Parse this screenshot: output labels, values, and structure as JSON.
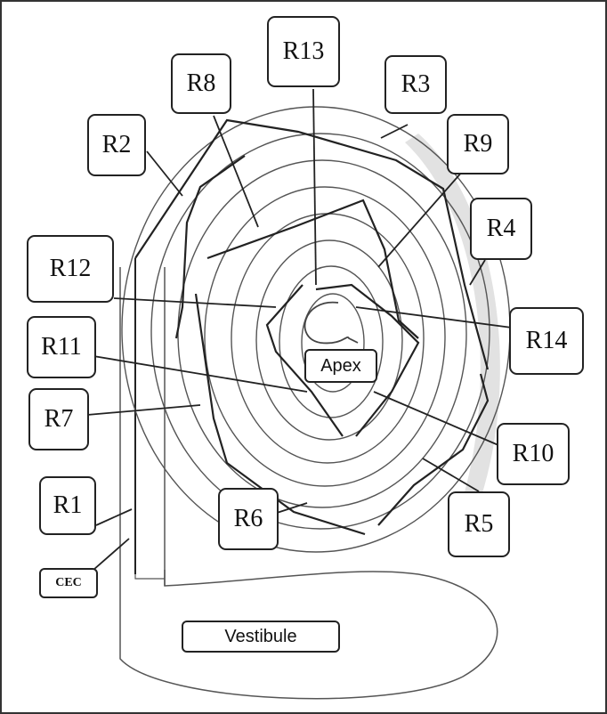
{
  "labels": {
    "r1": "R1",
    "r2": "R2",
    "r3": "R3",
    "r4": "R4",
    "r5": "R5",
    "r6": "R6",
    "r7": "R7",
    "r8": "R8",
    "r9": "R9",
    "r10": "R10",
    "r11": "R11",
    "r12": "R12",
    "r13": "R13",
    "r14": "R14",
    "cec": "CEC",
    "apex": "Apex",
    "vestibule": "Vestibule"
  },
  "colors": {
    "stroke": "#222222",
    "ring": "#555555",
    "shadow": "#dcdcdc"
  }
}
